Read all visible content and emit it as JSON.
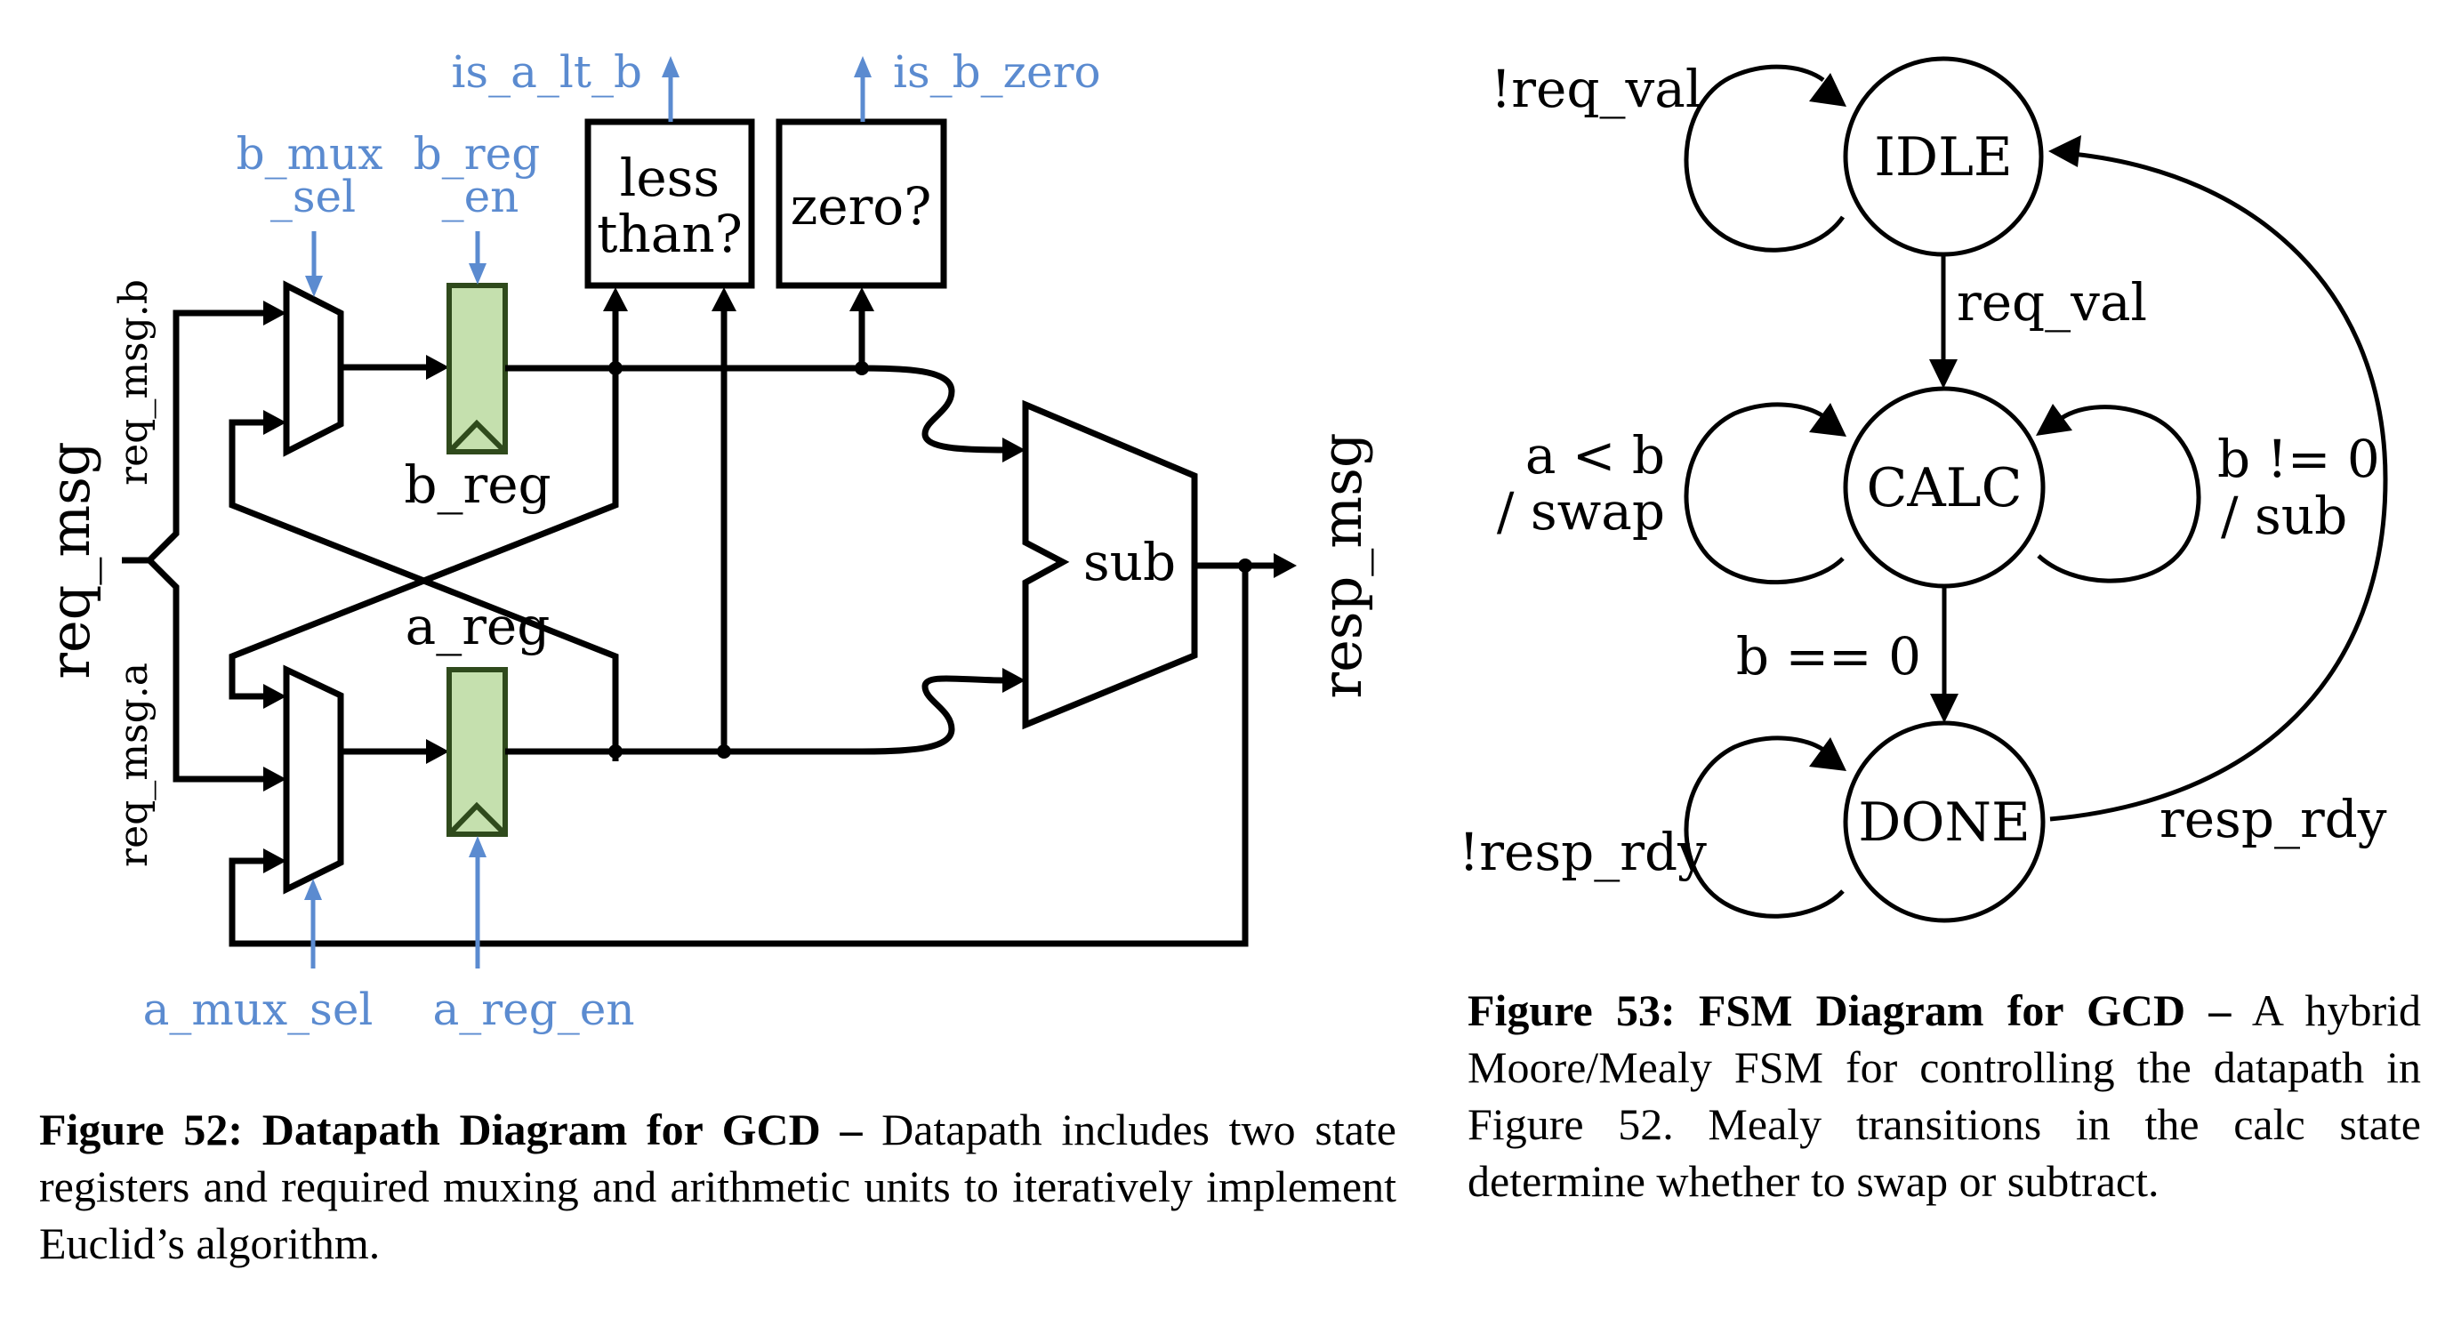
{
  "datapath": {
    "input_bus": "req_msg",
    "input_b": "req_msg.b",
    "input_a": "req_msg.a",
    "output_bus": "resp_msg",
    "control_signals": {
      "b_mux_sel_line1": "b_mux",
      "b_mux_sel_line2": "_sel",
      "b_reg_en_line1": "b_reg",
      "b_reg_en_line2": "_en",
      "a_mux_sel": "a_mux_sel",
      "a_reg_en": "a_reg_en"
    },
    "status_signals": {
      "is_a_lt_b": "is_a_lt_b",
      "is_b_zero": "is_b_zero"
    },
    "registers": {
      "b": "b_reg",
      "a": "a_reg"
    },
    "units": {
      "less_than_line1": "less",
      "less_than_line2": "than?",
      "zero": "zero?",
      "sub": "sub"
    },
    "colors": {
      "control": "#5b8bd0",
      "register_fill": "#c5e0ae",
      "register_border": "#2f4a1c"
    }
  },
  "fsm": {
    "states": {
      "idle": "IDLE",
      "calc": "CALC",
      "done": "DONE"
    },
    "transitions": {
      "idle_self": "!req_val",
      "idle_to_calc": "req_val",
      "calc_self_left_line1": "a < b",
      "calc_self_left_line2": "/ swap",
      "calc_self_right_line1": "b != 0",
      "calc_self_right_line2": "/ sub",
      "calc_to_done": "b == 0",
      "done_self": "!resp_rdy",
      "done_to_idle": "resp_rdy"
    }
  },
  "captions": {
    "fig52": {
      "label": "Figure 52: Datapath Diagram for GCD –",
      "text": " Datapath includes two state registers and required muxing and arithmetic units to iteratively implement Euclid’s algorithm."
    },
    "fig53": {
      "label": "Figure 53: FSM Diagram for GCD –",
      "text": " A hybrid Moore/Mealy FSM for controlling the datapath in Figure 52. Mealy transitions in the calc state determine whether to swap or subtract."
    }
  }
}
